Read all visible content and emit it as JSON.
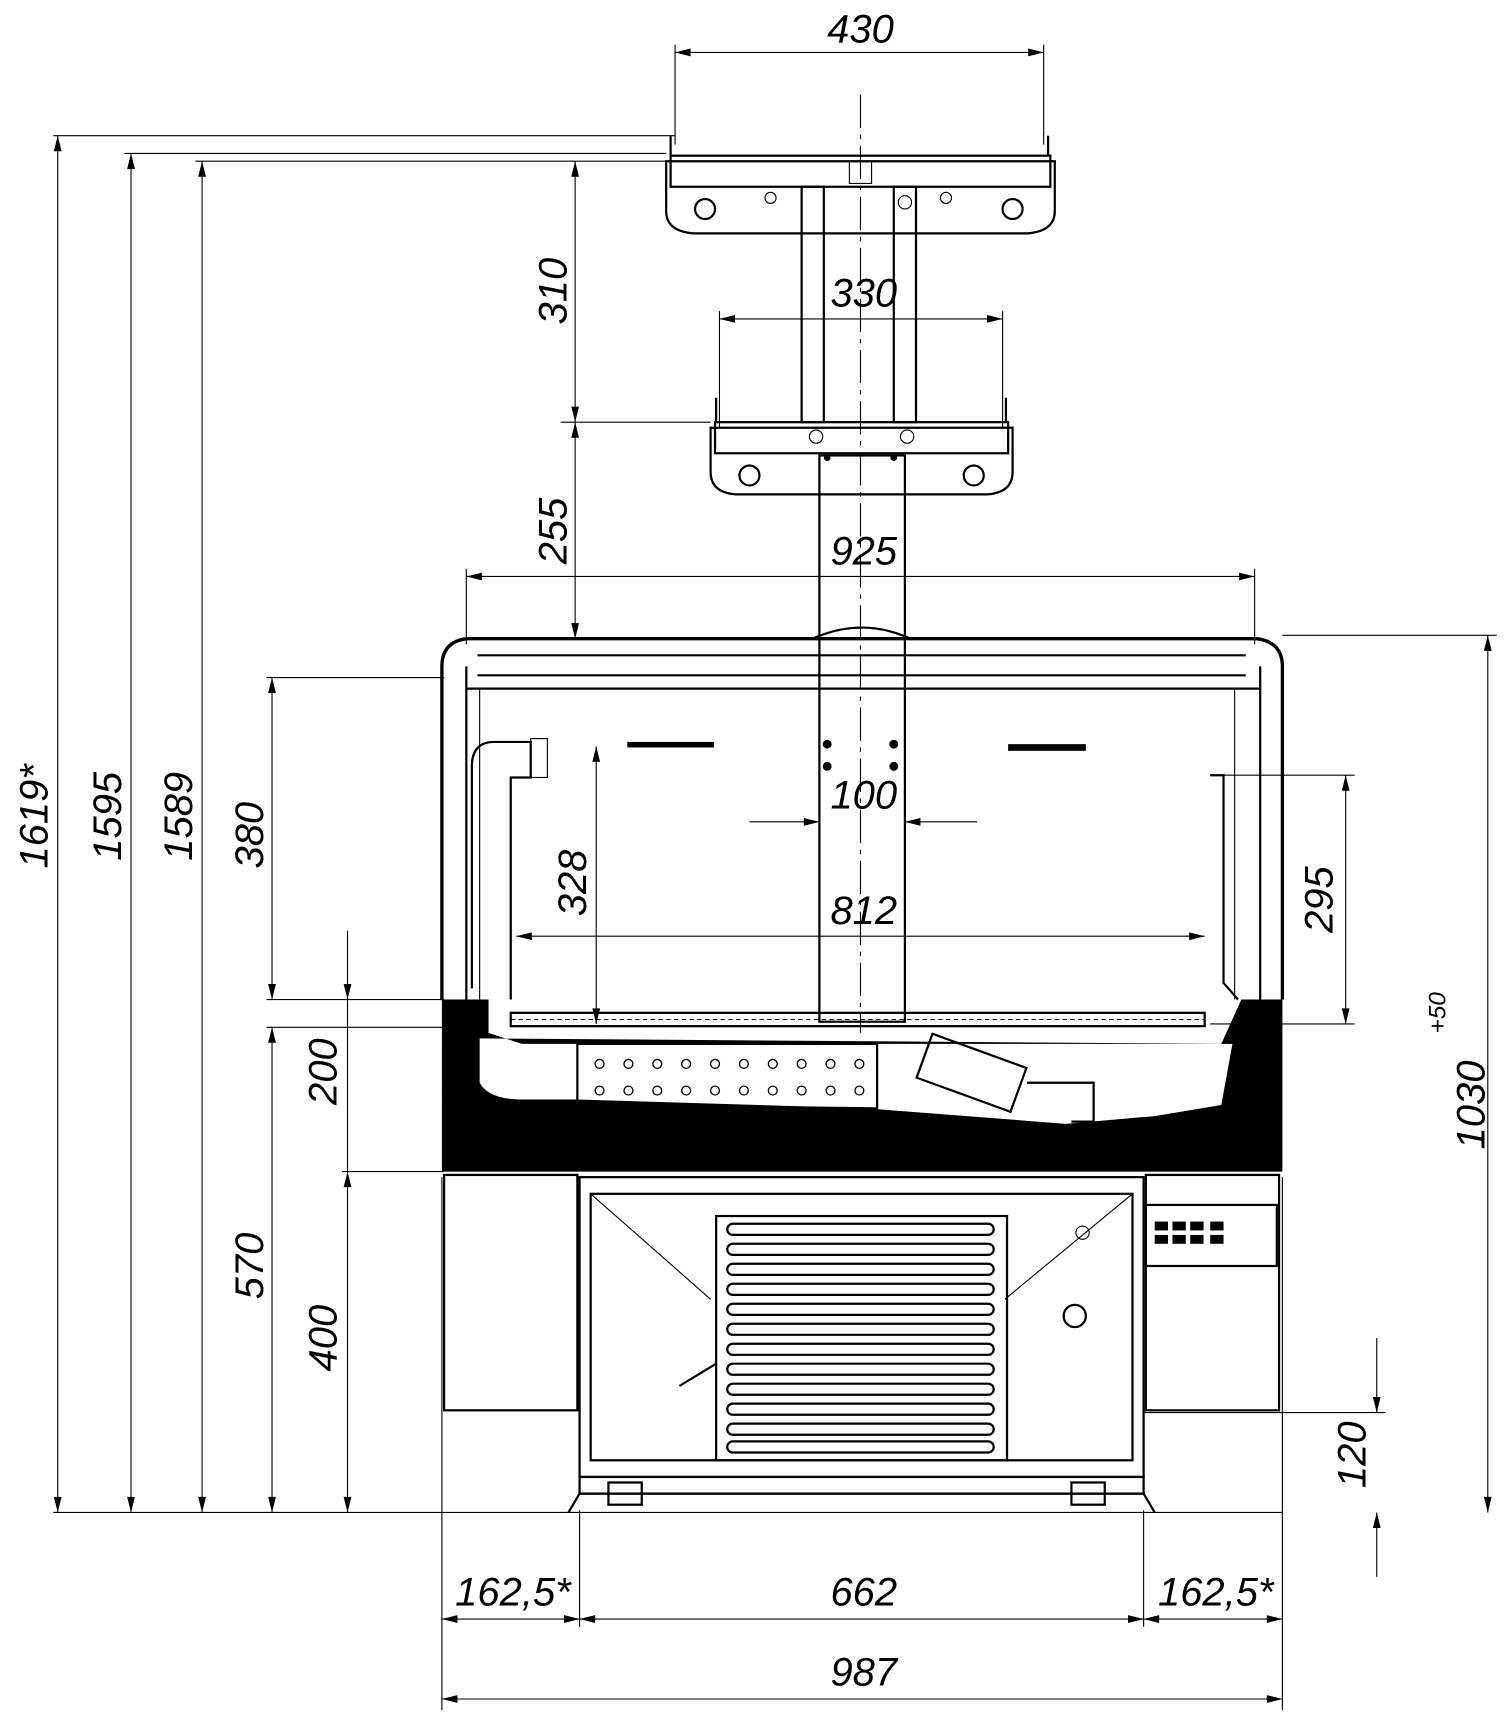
{
  "drawing": {
    "title": "Refrigerated display case front view",
    "dimensions": {
      "top_shelf_width": "430",
      "middle_shelf_width": "330",
      "shelf_spacing_upper": "310",
      "shelf_spacing_lower": "255",
      "case_width_top": "925",
      "post_gap": "100",
      "inner_width": "812",
      "inner_height_left": "328",
      "glass_height": "380",
      "right_side_height": "295",
      "base_band_height": "200",
      "lower_height": "570",
      "machine_height": "400",
      "leg_height": "120",
      "case_height": "1030",
      "case_height_tolerance": "+50",
      "total_height_max": "1619*",
      "total_height_2": "1595",
      "total_height_3": "1589",
      "side_offset_left": "162,5*",
      "machine_width": "662",
      "side_offset_right": "162,5*",
      "overall_width": "987"
    }
  }
}
